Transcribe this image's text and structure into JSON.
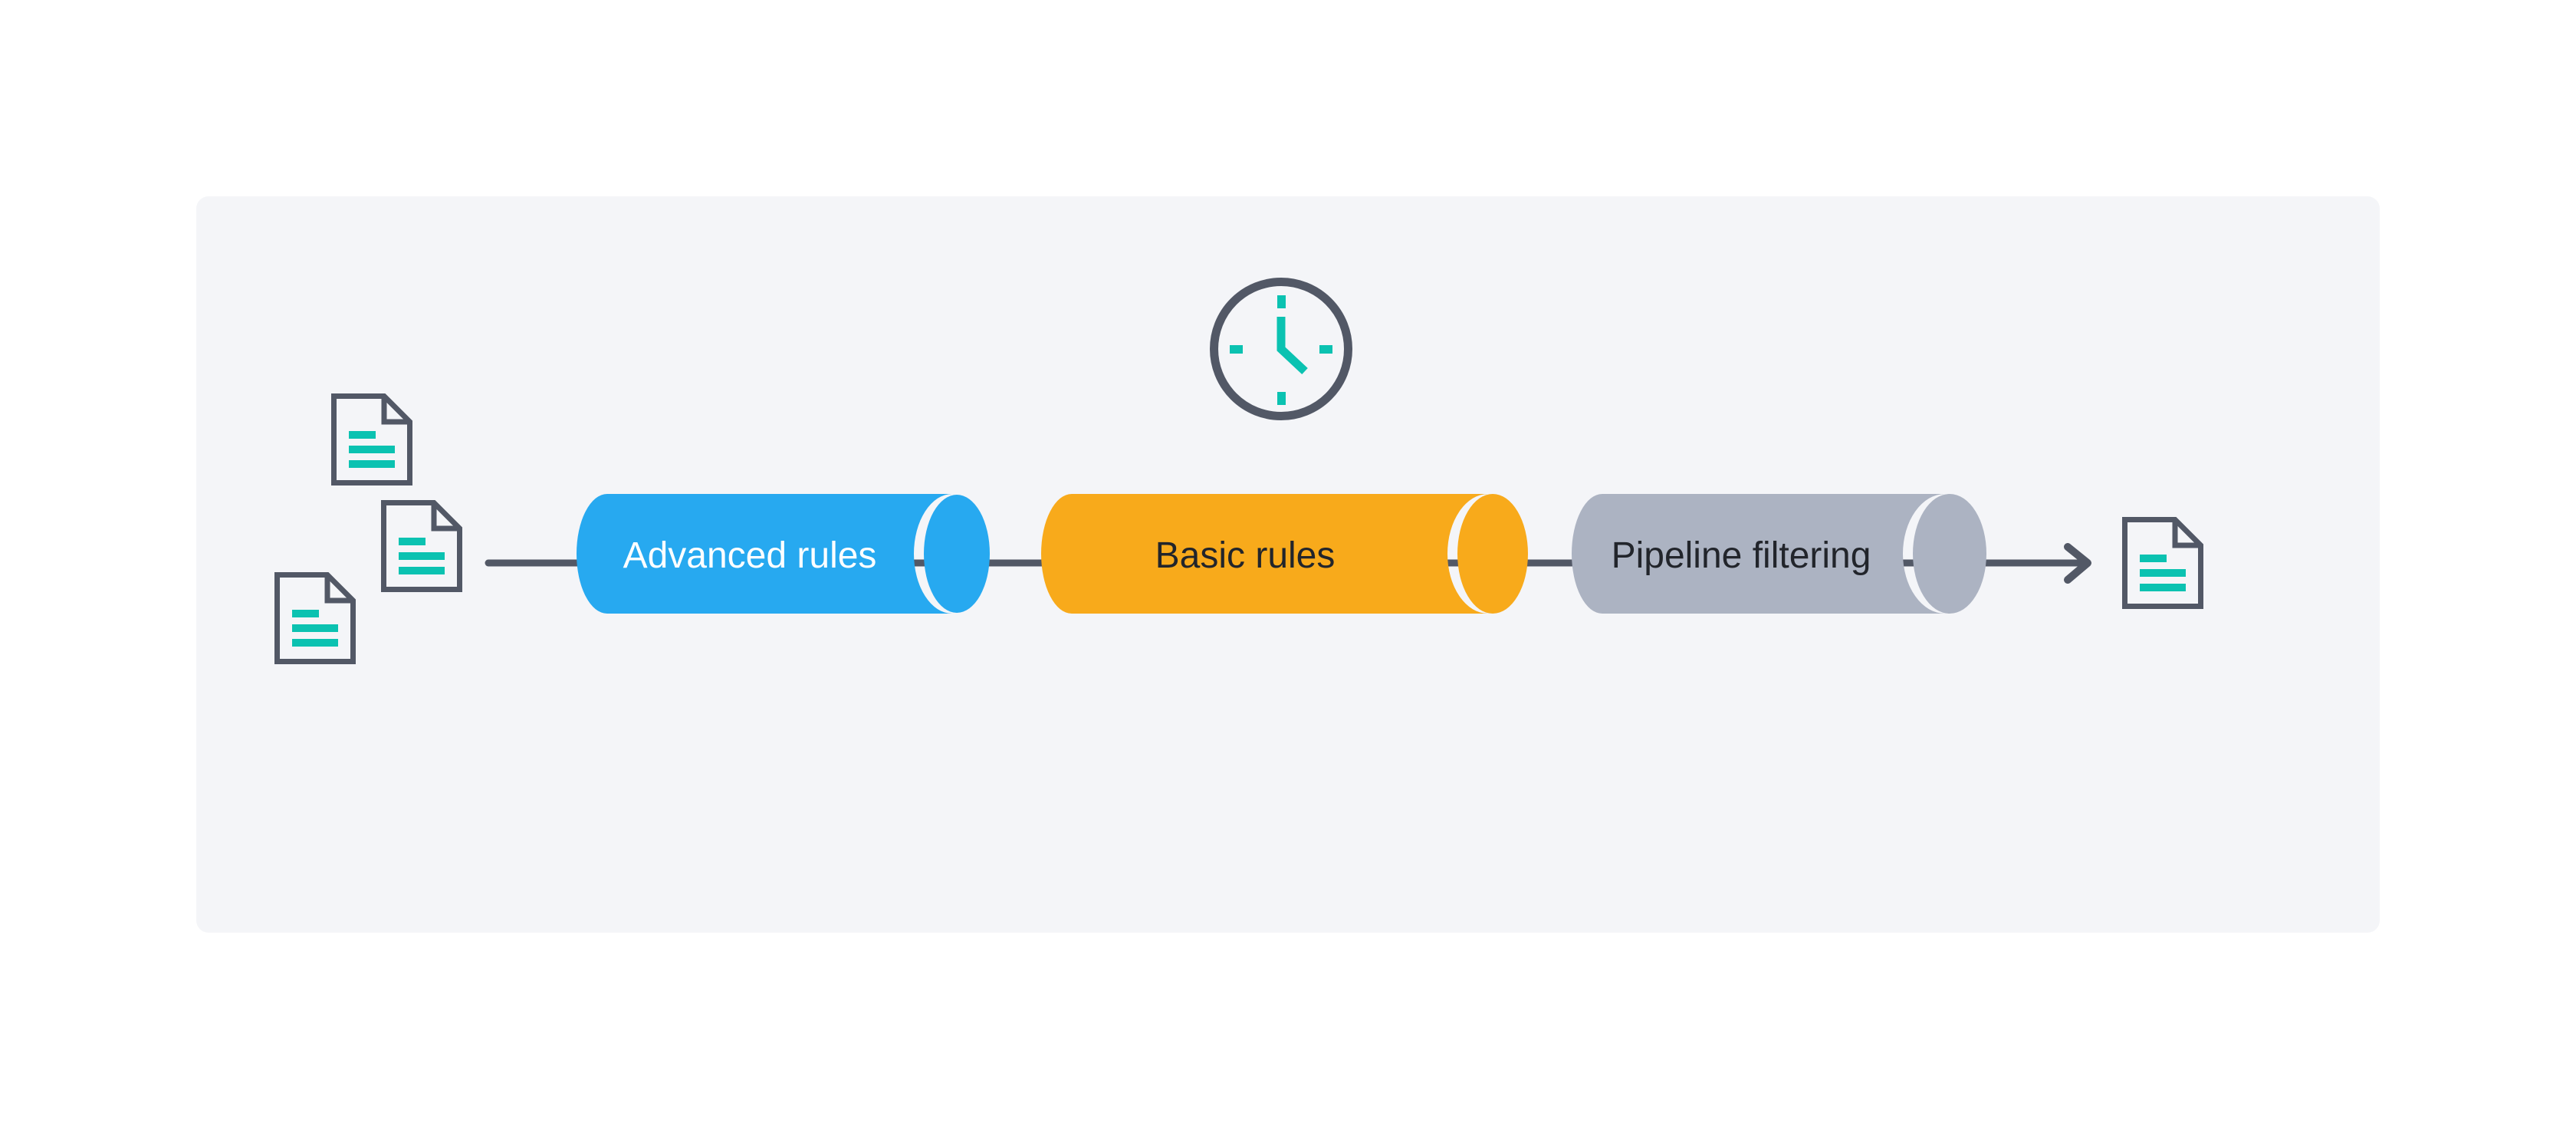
{
  "diagram": {
    "panel_background": "#F4F5F8",
    "connector_color": "#525866",
    "accent_teal": "#0BC2B1",
    "input_document_count": 3,
    "stages": [
      {
        "label": "Advanced rules",
        "fill": "#27A9F0",
        "label_color": "#FFFFFF"
      },
      {
        "label": "Basic rules",
        "fill": "#F8AA1B",
        "label_color": "#22252B"
      },
      {
        "label": "Pipeline filtering",
        "fill": "#ACB3C2",
        "label_color": "#22252B"
      }
    ],
    "icons": {
      "timer": "clock-icon",
      "inputs": [
        "document-icon",
        "document-icon",
        "document-icon"
      ],
      "output": "document-icon",
      "arrow": "arrow-right-icon"
    }
  }
}
